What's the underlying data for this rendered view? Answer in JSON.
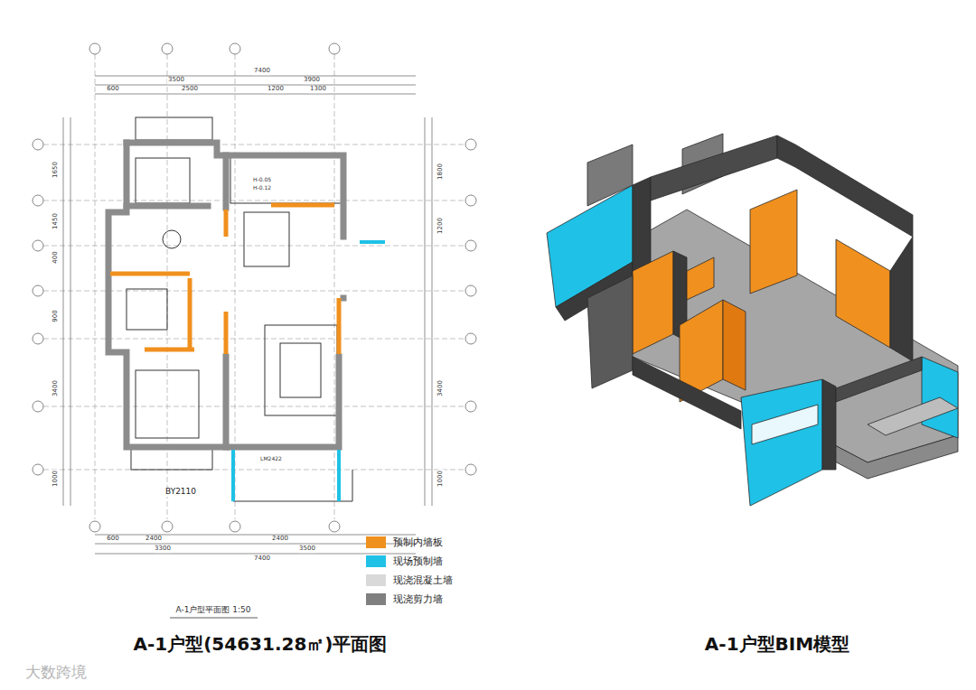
{
  "diagram": {
    "labels": [
      "A-1户型(54631.28㎡)平面图",
      "A-1户型BIM模型",
      "大数跨境",
      "A-1户型平面图 1:50",
      "7400",
      "3500",
      "3900",
      "600",
      "2500",
      "1200",
      "1300",
      "BY2110",
      "LM2422",
      "H-0.05",
      "H-0.12",
      "600",
      "2400",
      "2400",
      "3300",
      "3500",
      "7400",
      "1650",
      "1450",
      "400",
      "900",
      "3400",
      "1000",
      "1800",
      "1200",
      "3400",
      "1000"
    ],
    "legend": [
      {
        "text": "预制内墙板",
        "color": "#f0901e"
      },
      {
        "text": "现场预制墙",
        "color": "#1fc1e6"
      },
      {
        "text": "现浇混凝土墙",
        "color": "#d9d9d9"
      },
      {
        "text": "现浇剪力墙",
        "color": "#808080"
      }
    ]
  }
}
